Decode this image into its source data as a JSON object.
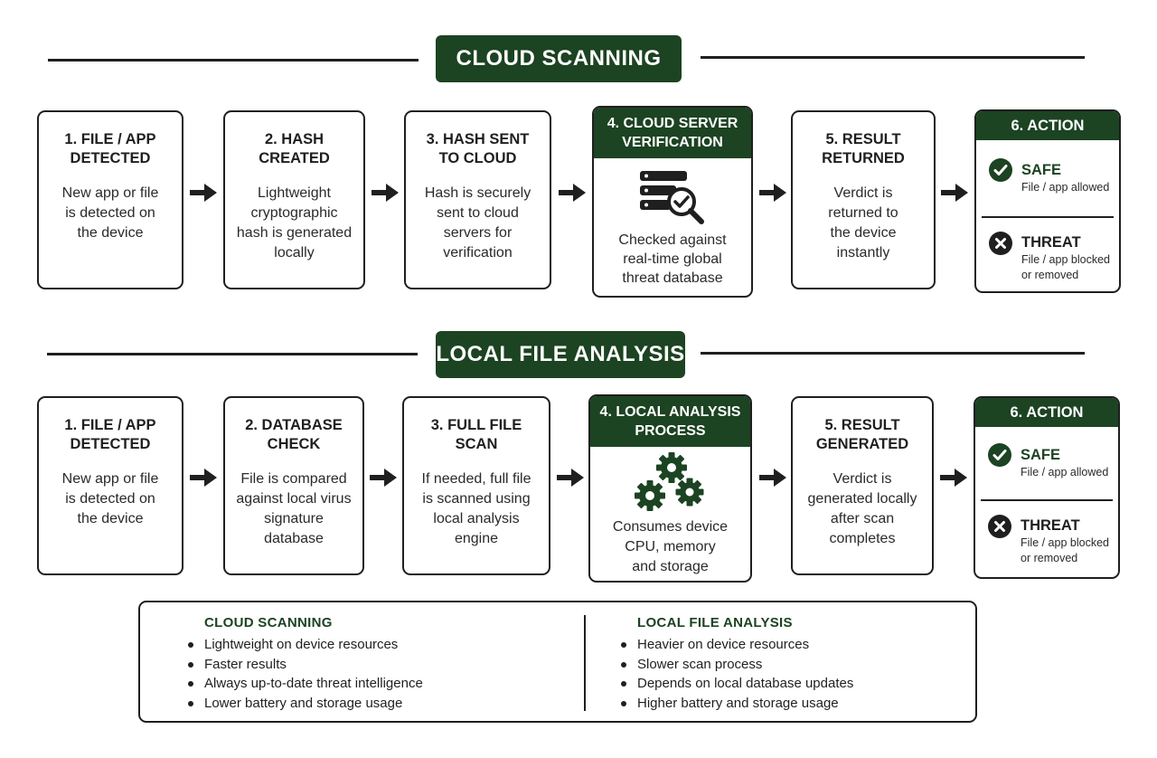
{
  "colors": {
    "accent": "#1c4322",
    "ink": "#1f1f1f"
  },
  "sections": [
    {
      "banner": "CLOUD SCANNING",
      "steps": [
        {
          "title": "1. FILE / APP\nDETECTED",
          "desc": "New app or file\nis detected on\nthe device"
        },
        {
          "title": "2. HASH\nCREATED",
          "desc": "Lightweight\ncryptographic\nhash is generated\nlocally"
        },
        {
          "title": "3. HASH SENT\nTO CLOUD",
          "desc": "Hash is securely\nsent to cloud\nservers for\nverification"
        },
        {
          "title": "4. CLOUD SERVER\nVERIFICATION",
          "desc": "Checked against\nreal-time global\nthreat database",
          "icon": "server-search-icon"
        },
        {
          "title": "5. RESULT\nRETURNED",
          "desc": "Verdict is\nreturned to\nthe device\ninstantly"
        }
      ],
      "action": {
        "title": "6. ACTION",
        "safe": {
          "label": "SAFE",
          "desc": "File / app allowed",
          "icon": "check-circle-icon"
        },
        "threat": {
          "label": "THREAT",
          "desc": "File / app blocked\nor removed",
          "icon": "x-circle-icon"
        }
      }
    },
    {
      "banner": "LOCAL FILE ANALYSIS",
      "steps": [
        {
          "title": "1. FILE / APP\nDETECTED",
          "desc": "New app or file\nis detected on\nthe device"
        },
        {
          "title": "2. DATABASE\nCHECK",
          "desc": "File is compared\nagainst local virus\nsignature\ndatabase"
        },
        {
          "title": "3. FULL FILE\nSCAN",
          "desc": "If needed, full file\nis scanned using\nlocal analysis\nengine"
        },
        {
          "title": "4. LOCAL ANALYSIS\nPROCESS",
          "desc": "Consumes device\nCPU, memory\nand storage",
          "icon": "gears-icon"
        },
        {
          "title": "5. RESULT\nGENERATED",
          "desc": "Verdict is\ngenerated locally\nafter scan\ncompletes"
        }
      ],
      "action": {
        "title": "6. ACTION",
        "safe": {
          "label": "SAFE",
          "desc": "File / app allowed",
          "icon": "check-circle-icon"
        },
        "threat": {
          "label": "THREAT",
          "desc": "File / app blocked\nor removed",
          "icon": "x-circle-icon"
        }
      }
    }
  ],
  "comparison": {
    "cloud": {
      "title": "CLOUD SCANNING",
      "items": [
        "Lightweight on device resources",
        "Faster results",
        "Always up-to-date threat intelligence",
        "Lower battery and storage usage"
      ]
    },
    "local": {
      "title": "LOCAL FILE ANALYSIS",
      "items": [
        "Heavier on device resources",
        "Slower scan process",
        "Depends on local database updates",
        "Higher battery and storage usage"
      ]
    }
  }
}
